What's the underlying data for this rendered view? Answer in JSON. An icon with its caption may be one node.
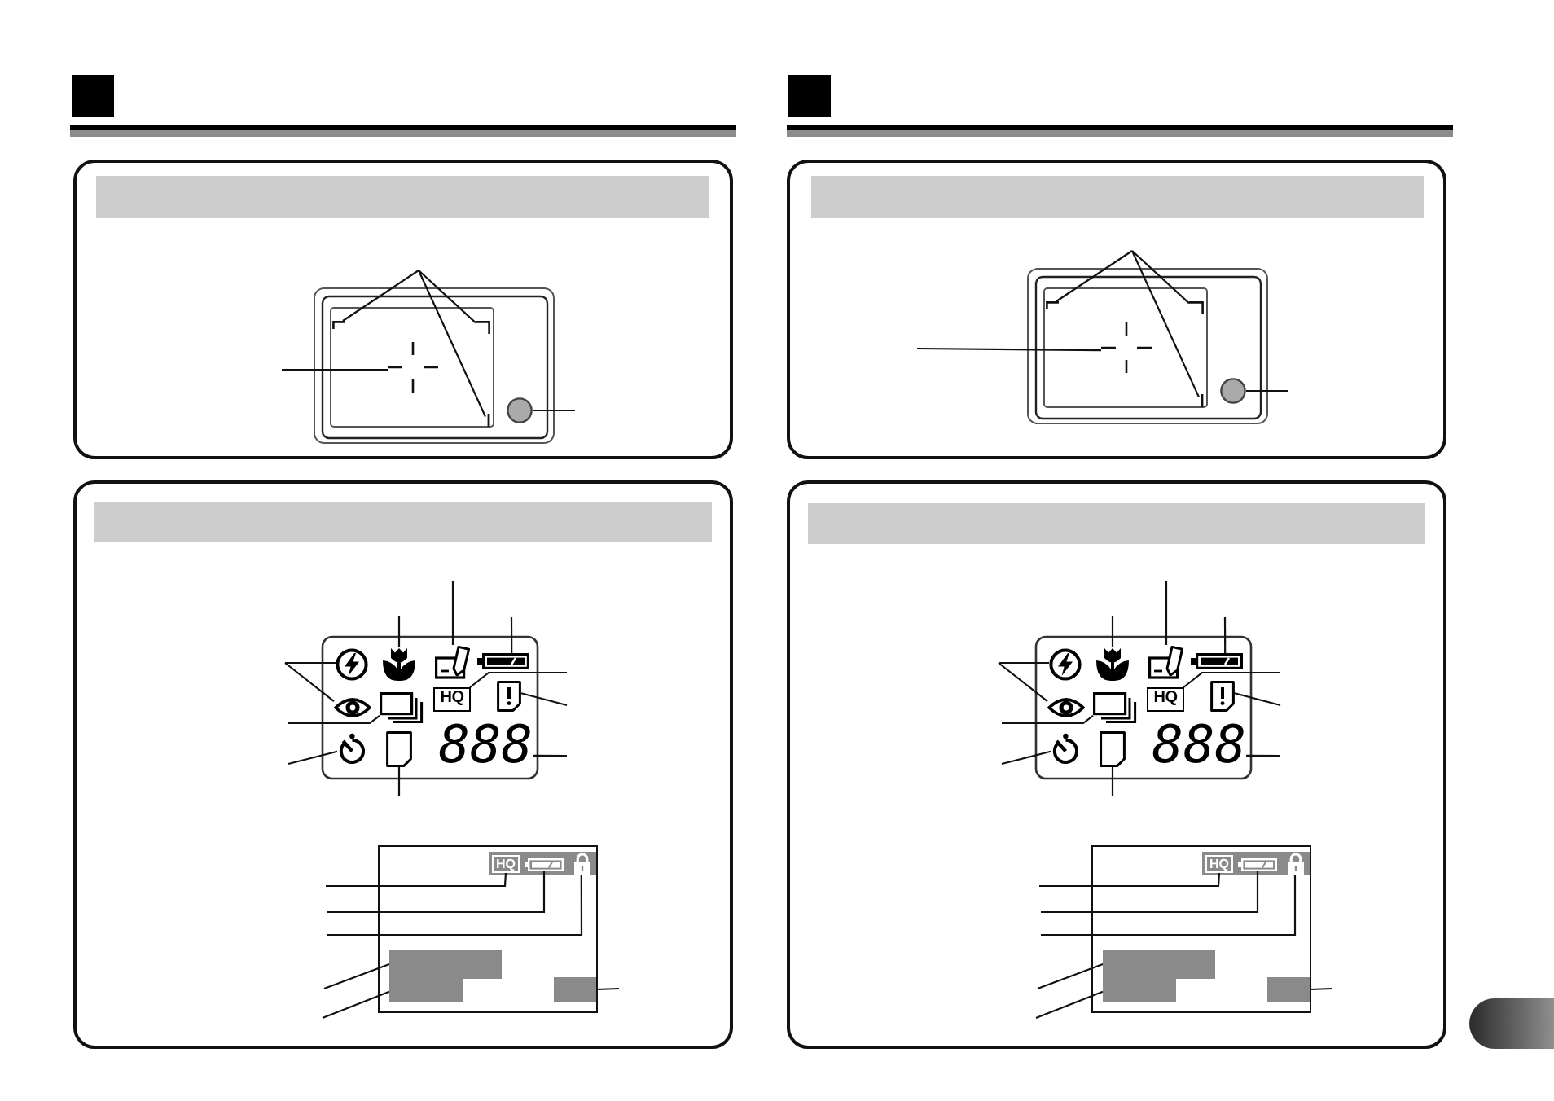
{
  "diagram": {
    "nodes": [
      {
        "text": [],
        "shape": "picture"
      },
      {
        "text": [],
        "shape": "picture"
      },
      {
        "text": [],
        "shape": "picture"
      },
      {
        "text": [],
        "shape": "picture"
      },
      {
        "text": [],
        "shape": "circle"
      },
      {
        "text": [],
        "shape": "picture"
      },
      {
        "text": [],
        "shape": "picture"
      },
      {
        "text": [],
        "shape": "picture"
      },
      {
        "text": [],
        "shape": "picture"
      },
      {
        "text": [],
        "shape": "picture"
      },
      {
        "text": [],
        "shape": "box"
      },
      {
        "text": [
          "HQ"
        ]
      },
      {
        "text": [],
        "shape": "picture"
      },
      {
        "text": [],
        "shape": "picture"
      },
      {
        "text": [],
        "shape": "picture"
      },
      {
        "text": [
          "888"
        ]
      },
      {
        "text": [
          "HQ"
        ]
      },
      {
        "text": [],
        "shape": "picture"
      },
      {
        "text": [],
        "shape": "picture"
      },
      {
        "text": [],
        "shape": "box"
      },
      {
        "text": [],
        "shape": "box"
      },
      {
        "text": [],
        "shape": "box"
      },
      {
        "text": [],
        "shape": "picture"
      },
      {
        "text": [],
        "shape": "picture"
      },
      {
        "text": [],
        "shape": "picture"
      },
      {
        "text": [],
        "shape": "picture"
      },
      {
        "text": [],
        "shape": "circle"
      },
      {
        "text": [],
        "shape": "picture"
      },
      {
        "text": [],
        "shape": "picture"
      },
      {
        "text": [],
        "shape": "picture"
      },
      {
        "text": [],
        "shape": "picture"
      },
      {
        "text": [],
        "shape": "picture"
      },
      {
        "text": [],
        "shape": "box"
      },
      {
        "text": [
          "HQ"
        ]
      },
      {
        "text": [],
        "shape": "picture"
      },
      {
        "text": [],
        "shape": "picture"
      },
      {
        "text": [],
        "shape": "picture"
      },
      {
        "text": [
          "888"
        ]
      },
      {
        "text": [
          "HQ"
        ]
      },
      {
        "text": [],
        "shape": "picture"
      },
      {
        "text": [],
        "shape": "picture"
      },
      {
        "text": [],
        "shape": "box"
      },
      {
        "text": [],
        "shape": "box"
      },
      {
        "text": [],
        "shape": "box"
      }
    ],
    "edges": [
      {
        "from": null,
        "to": 0,
        "arrow": "none"
      },
      {
        "from": null,
        "to": 1,
        "arrow": "none"
      },
      {
        "from": null,
        "to": 3,
        "arrow": "none"
      },
      {
        "from": null,
        "to": 2,
        "arrow": "none"
      },
      {
        "from": null,
        "to": 4,
        "arrow": "none"
      },
      {
        "from": null,
        "to": 5,
        "arrow": "none"
      },
      {
        "from": null,
        "to": 9,
        "arrow": "none"
      },
      {
        "from": null,
        "to": 6,
        "arrow": "none"
      },
      {
        "from": null,
        "to": 7,
        "arrow": "none"
      },
      {
        "from": null,
        "to": 8,
        "arrow": "none"
      },
      {
        "from": null,
        "to": 11,
        "arrow": "none"
      },
      {
        "from": null,
        "to": 12,
        "arrow": "none"
      },
      {
        "from": null,
        "to": 10,
        "arrow": "none"
      },
      {
        "from": null,
        "to": 13,
        "arrow": "none"
      },
      {
        "from": null,
        "to": 15,
        "arrow": "none"
      },
      {
        "from": null,
        "to": 14,
        "arrow": "none"
      },
      {
        "from": null,
        "to": 16,
        "arrow": "none"
      },
      {
        "from": null,
        "to": 17,
        "arrow": "none"
      },
      {
        "from": null,
        "to": 18,
        "arrow": "none"
      },
      {
        "from": null,
        "to": 19,
        "arrow": "none"
      },
      {
        "from": null,
        "to": 20,
        "arrow": "none"
      },
      {
        "from": null,
        "to": 21,
        "arrow": "none"
      },
      {
        "from": null,
        "to": 22,
        "arrow": "none"
      },
      {
        "from": null,
        "to": 23,
        "arrow": "none"
      },
      {
        "from": null,
        "to": 25,
        "arrow": "none"
      },
      {
        "from": null,
        "to": 24,
        "arrow": "none"
      },
      {
        "from": null,
        "to": 26,
        "arrow": "none"
      },
      {
        "from": null,
        "to": 27,
        "arrow": "none"
      },
      {
        "from": null,
        "to": 31,
        "arrow": "none"
      },
      {
        "from": null,
        "to": 28,
        "arrow": "none"
      },
      {
        "from": null,
        "to": 29,
        "arrow": "none"
      },
      {
        "from": null,
        "to": 30,
        "arrow": "none"
      },
      {
        "from": null,
        "to": 33,
        "arrow": "none"
      },
      {
        "from": null,
        "to": 34,
        "arrow": "none"
      },
      {
        "from": null,
        "to": 32,
        "arrow": "none"
      },
      {
        "from": null,
        "to": 35,
        "arrow": "none"
      },
      {
        "from": null,
        "to": 37,
        "arrow": "none"
      },
      {
        "from": null,
        "to": 36,
        "arrow": "none"
      },
      {
        "from": null,
        "to": 38,
        "arrow": "none"
      },
      {
        "from": null,
        "to": 39,
        "arrow": "none"
      },
      {
        "from": null,
        "to": 40,
        "arrow": "none"
      },
      {
        "from": null,
        "to": 41,
        "arrow": "none"
      },
      {
        "from": null,
        "to": 42,
        "arrow": "none"
      },
      {
        "from": null,
        "to": 43,
        "arrow": "none"
      }
    ]
  }
}
